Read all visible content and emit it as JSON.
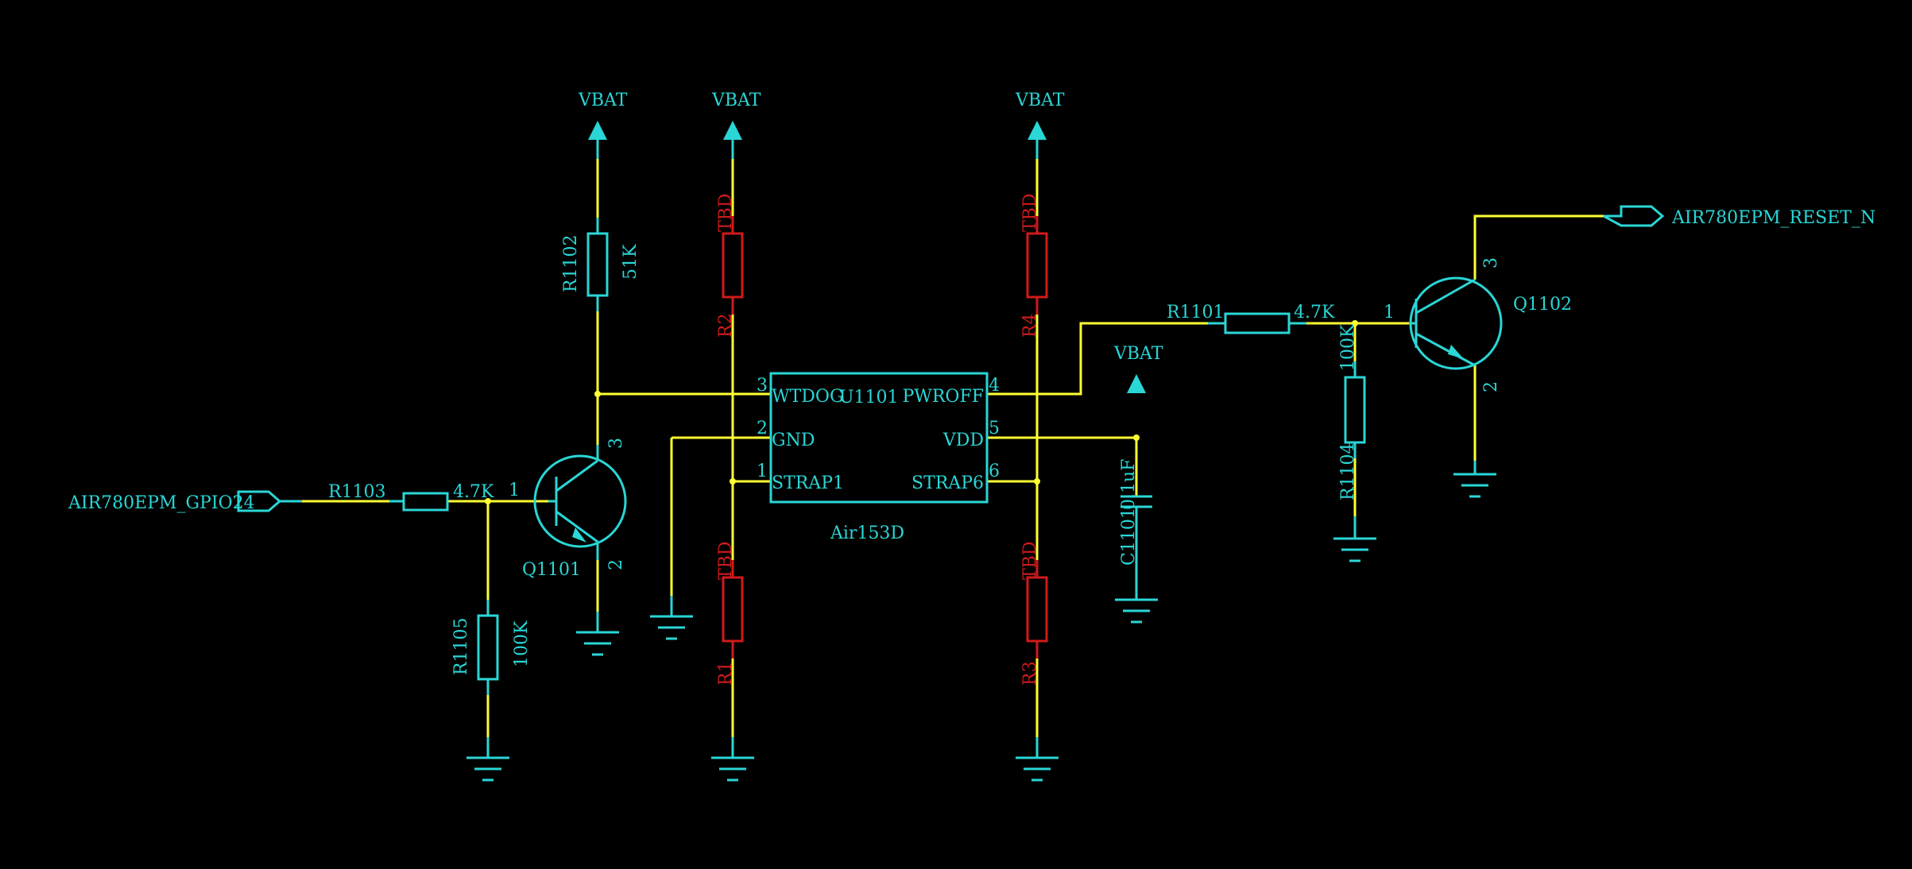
{
  "colors": {
    "background": "#000000",
    "wire": "#ffff33",
    "component": "#2ad6d6",
    "unpopulated": "#d01a1a"
  },
  "power": {
    "vbat": "VBAT"
  },
  "ports": {
    "gpio": "AIR780EPM_GPIO24",
    "reset": "AIR780EPM_RESET_N"
  },
  "chip": {
    "ref": "U1101",
    "part": "Air153D",
    "pins": {
      "wtdog": "WTDOG",
      "gnd": "GND",
      "strap1": "STRAP1",
      "pwroff": "PWROFF",
      "vdd": "VDD",
      "strap6": "STRAP6"
    },
    "pin_numbers": {
      "p1": "1",
      "p2": "2",
      "p3": "3",
      "p4": "4",
      "p5": "5",
      "p6": "6"
    }
  },
  "resistors": {
    "r1101": {
      "ref": "R1101",
      "value": "4.7K"
    },
    "r1102": {
      "ref": "R1102",
      "value": "51K"
    },
    "r1103": {
      "ref": "R1103",
      "value": "4.7K"
    },
    "r1104": {
      "ref": "R1104",
      "value": "100K"
    },
    "r1105": {
      "ref": "R1105",
      "value": "100K"
    },
    "r1": {
      "ref": "R1",
      "value": "TBD"
    },
    "r2": {
      "ref": "R2",
      "value": "TBD"
    },
    "r3": {
      "ref": "R3",
      "value": "TBD"
    },
    "r4": {
      "ref": "R4",
      "value": "TBD"
    }
  },
  "capacitors": {
    "c1101": {
      "ref": "C1101",
      "value": "0.1uF"
    }
  },
  "transistors": {
    "q1101": {
      "ref": "Q1101",
      "pin_b": "1",
      "pin_e": "2",
      "pin_c": "3"
    },
    "q1102": {
      "ref": "Q1102",
      "pin_b": "1",
      "pin_e": "2",
      "pin_c": "3"
    }
  }
}
